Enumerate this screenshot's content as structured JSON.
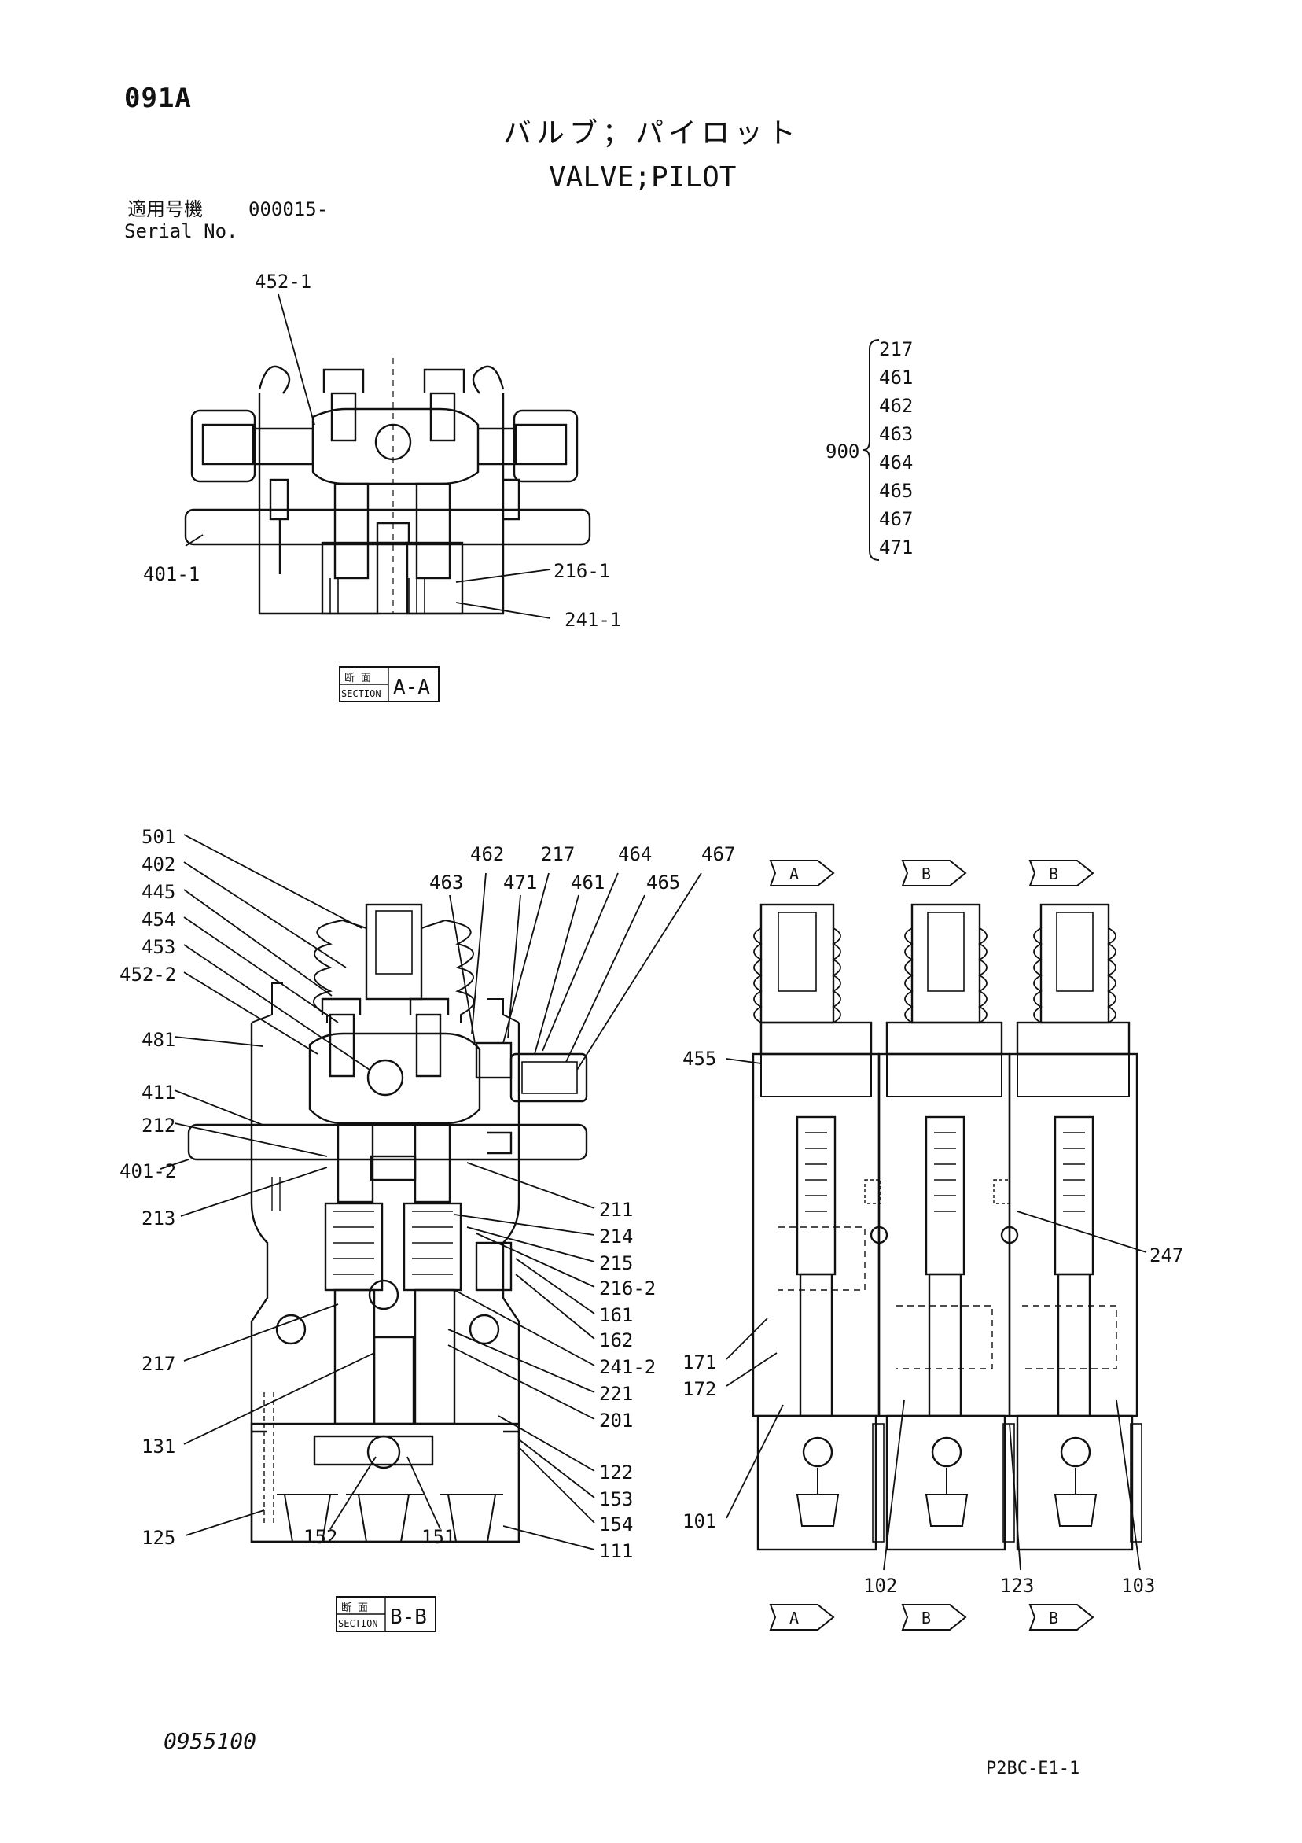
{
  "header": {
    "page_id": "091A",
    "title_jp": "バルブ；パイロット",
    "title_en": "VALVE;PILOT",
    "serial_label_jp": "適用号機",
    "serial_value": "000015-",
    "serial_label_en": "Serial No."
  },
  "section_aa": {
    "badge_jp": "断 面",
    "badge_en": "SECTION",
    "badge_code": "A-A",
    "callouts": [
      "452-1",
      "401-1",
      "216-1",
      "241-1"
    ]
  },
  "kit": {
    "parent": "900",
    "parts": [
      "217",
      "461",
      "462",
      "463",
      "464",
      "465",
      "467",
      "471"
    ]
  },
  "section_bb": {
    "badge_jp": "断 面",
    "badge_en": "SECTION",
    "badge_code": "B-B",
    "callouts_left": [
      "501",
      "402",
      "445",
      "454",
      "453",
      "452-2",
      "481",
      "411",
      "212",
      "401-2",
      "213",
      "217",
      "131",
      "125"
    ],
    "callouts_top": [
      "462",
      "217",
      "464",
      "467",
      "463",
      "471",
      "461",
      "465"
    ],
    "callouts_right": [
      "211",
      "214",
      "215",
      "216-2",
      "161",
      "162",
      "241-2",
      "221",
      "201",
      "122",
      "153",
      "154",
      "111"
    ],
    "callouts_bottom": [
      "152",
      "151"
    ]
  },
  "side_view": {
    "section_markers": [
      "A",
      "B",
      "B"
    ],
    "callouts": [
      "455",
      "247",
      "171",
      "172",
      "101",
      "102",
      "123",
      "103"
    ]
  },
  "footer": {
    "doc_number": "0955100",
    "sheet_ref": "P2BC-E1-1"
  }
}
